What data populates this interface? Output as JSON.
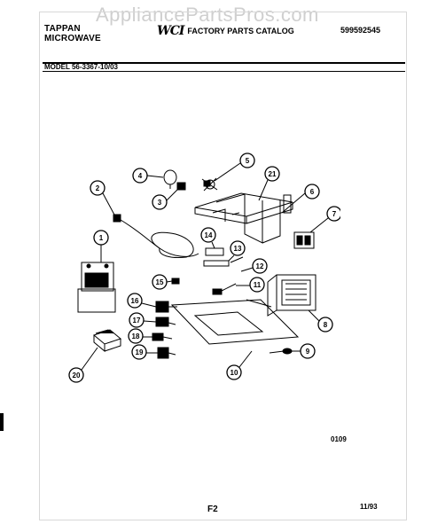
{
  "header": {
    "brand_line1": "TAPPAN",
    "brand_line2": "MICROWAVE",
    "logo": "WCI",
    "catalog_title": "FACTORY PARTS CATALOG",
    "publication_number": "599592545",
    "watermark": "AppliancePartsPros.com",
    "model": "MODEL 56-3367-10/03"
  },
  "diagram": {
    "callouts": [
      "1",
      "2",
      "3",
      "4",
      "5",
      "6",
      "7",
      "8",
      "9",
      "10",
      "11",
      "12",
      "13",
      "14",
      "15",
      "16",
      "17",
      "18",
      "19",
      "20",
      "21"
    ]
  },
  "footer": {
    "code": "0109",
    "page": "F2",
    "date": "11/93"
  }
}
